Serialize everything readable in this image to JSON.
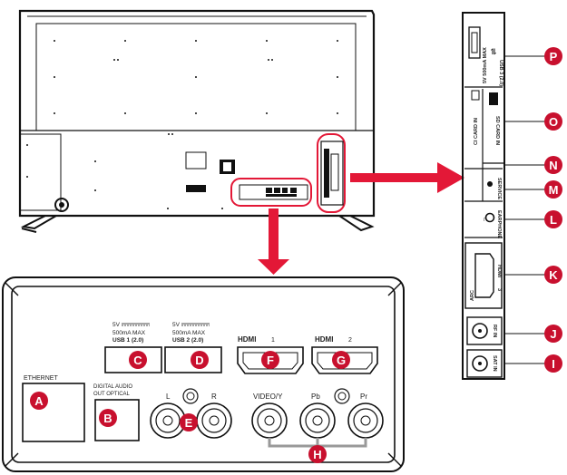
{
  "colors": {
    "badge": "#c8102e",
    "arrow": "#e31837",
    "line": "#111111",
    "panel_fill": "#ffffff"
  },
  "rear_panel": {
    "ethernet": {
      "label": "ETHERNET",
      "badge": "A"
    },
    "optical": {
      "label_line1": "DIGITAL AUDIO",
      "label_line2": "OUT OPTICAL",
      "badge": "B"
    },
    "usb1": {
      "v": "5V",
      "ma": "500mA MAX",
      "name": "USB 1 (2.0)",
      "badge": "C"
    },
    "usb2": {
      "v": "5V",
      "ma": "500mA MAX",
      "name": "USB 2 (2.0)",
      "badge": "D"
    },
    "audio": {
      "left": "L",
      "right": "R",
      "badge": "E"
    },
    "hdmi1": {
      "brand": "HDMI",
      "num": "1",
      "badge": "F"
    },
    "hdmi2": {
      "brand": "HDMI",
      "num": "2",
      "badge": "G"
    },
    "component": {
      "video": "VIDEO/Y",
      "pb": "Pb",
      "pr": "Pr",
      "badge": "H"
    }
  },
  "side_panel": {
    "usb3": {
      "text": "USB 3 (2.0)",
      "sub": "5V 500mA MAX",
      "badge": "P"
    },
    "ci_card": {
      "text": "CI CARD IN",
      "badge": ""
    },
    "sd_card": {
      "text": "SD CARD IN",
      "badge": "O"
    },
    "n_slot": {
      "badge": "N"
    },
    "service": {
      "text": "SERVICE",
      "badge": "M"
    },
    "earphone": {
      "text": "EARPHONE",
      "badge": "L"
    },
    "hdmi3": {
      "brand": "HDMI",
      "num": "3",
      "arc": "ARC",
      "badge": "K"
    },
    "rf_in": {
      "text": "RF IN",
      "badge": "J"
    },
    "sat_in": {
      "text": "SAT IN",
      "badge": "I"
    }
  }
}
